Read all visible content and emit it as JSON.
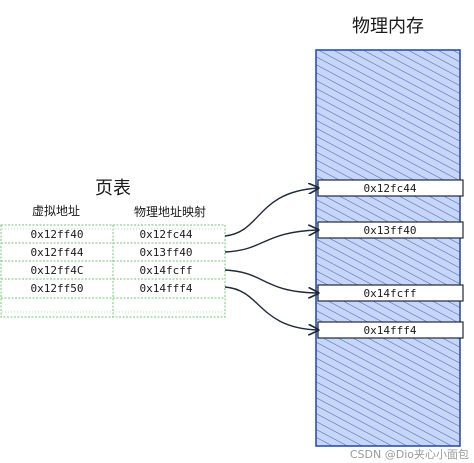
{
  "memory": {
    "title": "物理内存",
    "cells": [
      "0x12fc44",
      "0x13ff40",
      "0x14fcff",
      "0x14fff4"
    ]
  },
  "page_table": {
    "title": "页表",
    "virtual_header": "虚拟地址",
    "physical_header": "物理地址映射",
    "rows": [
      {
        "virtual": "0x12ff40",
        "physical": "0x12fc44"
      },
      {
        "virtual": "0x12ff44",
        "physical": "0x13ff40"
      },
      {
        "virtual": "0x12ff4C",
        "physical": "0x14fcff"
      },
      {
        "virtual": "0x12ff50",
        "physical": "0x14fff4"
      },
      {
        "virtual": "",
        "physical": ""
      }
    ]
  },
  "watermark": "CSDN @Dio夹心小面包",
  "colors": {
    "memory_fill": "#c7d6f6",
    "memory_hatch": "#3f66c9",
    "memory_border": "#2b4fb5",
    "table_border": "#7ac47a",
    "line": "#1f2a3a",
    "text": "#1a1a1a"
  }
}
